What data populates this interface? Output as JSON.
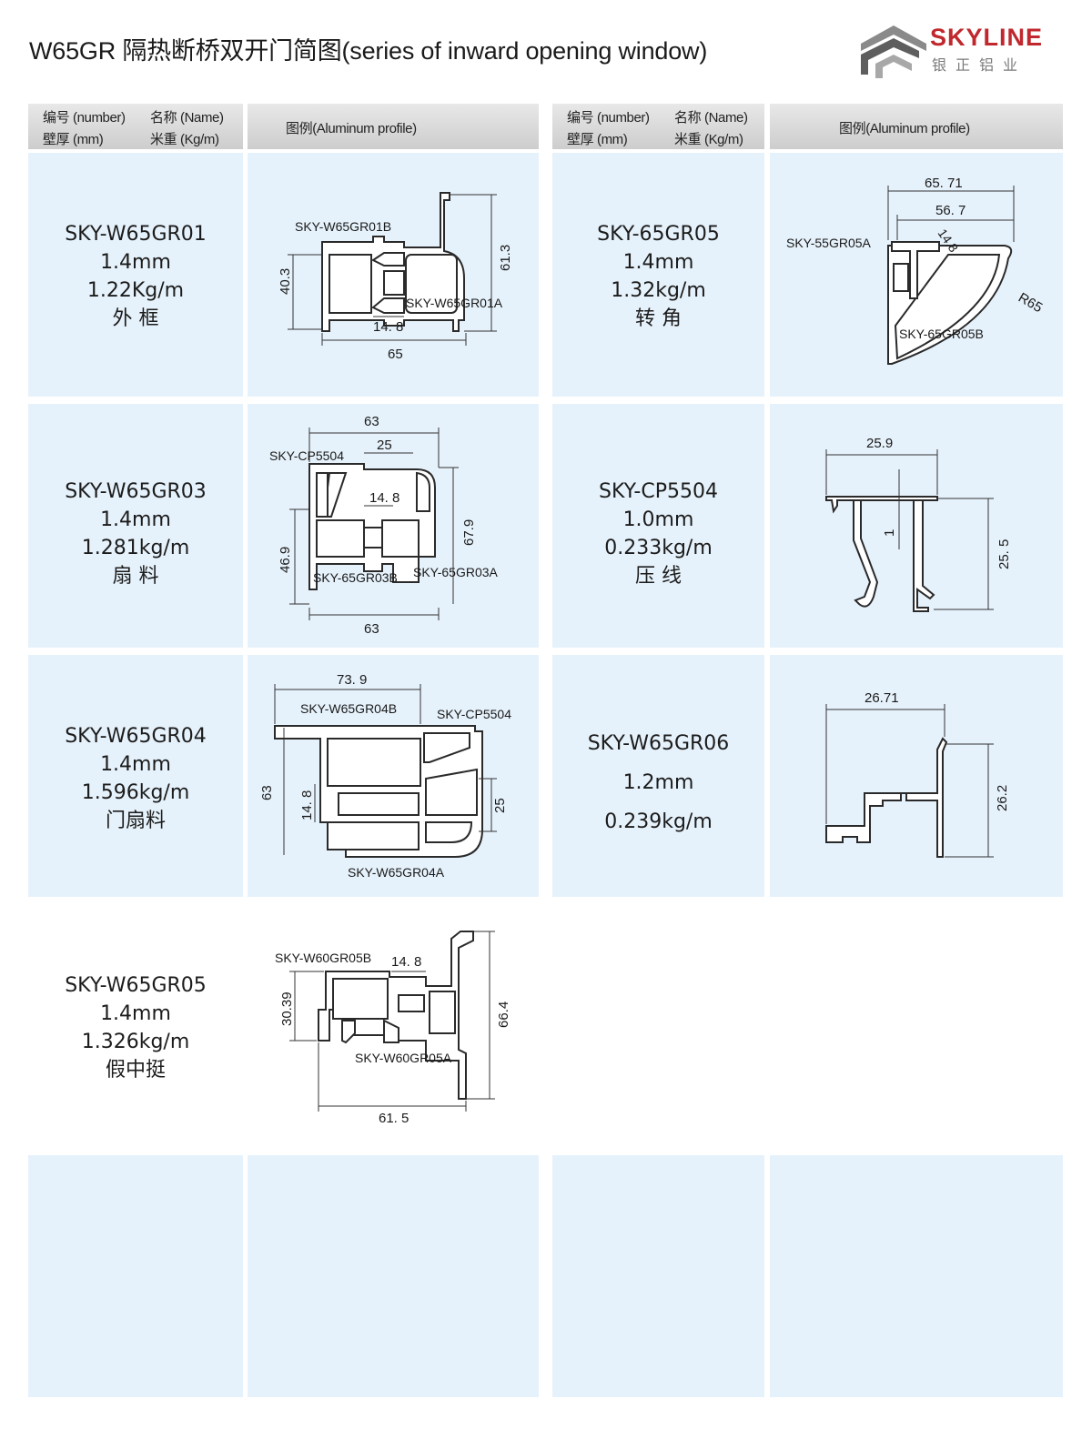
{
  "title": "W65GR 隔热断桥双开门简图(series of inward opening window)",
  "logo": {
    "word": "SKYLINE",
    "cn": "银正铝业",
    "colors": {
      "red": "#c0282d",
      "gray": "#777777"
    }
  },
  "header": {
    "number": "编号 (number)",
    "name": "名称 (Name)",
    "thickness": "壁厚 (mm)",
    "weight": "米重 (Kg/m)",
    "figure": "图例(Aluminum profile)"
  },
  "items": [
    {
      "code": "SKY-W65GR01",
      "thickness": "1.4mm",
      "weight": "1.22Kg/m",
      "name": "外 框",
      "labels": [
        "SKY-W65GR01B",
        "SKY-W65GR01A",
        "40.3",
        "61.3",
        "14. 8",
        "65"
      ]
    },
    {
      "code": "SKY-65GR05",
      "thickness": "1.4mm",
      "weight": "1.32kg/m",
      "name": "转 角",
      "labels": [
        "65. 71",
        "56. 7",
        "14.8",
        "SKY-55GR05A",
        "R65",
        "SKY-65GR05B"
      ]
    },
    {
      "code": "SKY-W65GR03",
      "thickness": "1.4mm",
      "weight": "1.281kg/m",
      "name": "扇 料",
      "labels": [
        "63",
        "25",
        "SKY-CP5504",
        "14. 8",
        "67.9",
        "46.9",
        "SKY-65GR03B",
        "SKY-65GR03A",
        "63"
      ]
    },
    {
      "code": "SKY-CP5504",
      "thickness": "1.0mm",
      "weight": "0.233kg/m",
      "name": "压 线",
      "labels": [
        "25.9",
        "1",
        "25. 5"
      ]
    },
    {
      "code": "SKY-W65GR04",
      "thickness": "1.4mm",
      "weight": "1.596kg/m",
      "name": "门扇料",
      "labels": [
        "73. 9",
        "SKY-W65GR04B",
        "SKY-CP5504",
        "63",
        "14. 8",
        "25",
        "SKY-W65GR04A"
      ]
    },
    {
      "code": "SKY-W65GR06",
      "thickness": "1.2mm",
      "weight": "0.239kg/m",
      "name": "",
      "labels": [
        "26.71",
        "26.2"
      ]
    },
    {
      "code": "SKY-W65GR05",
      "thickness": "1.4mm",
      "weight": "1.326kg/m",
      "name": "假中挺",
      "labels": [
        "SKY-W60GR05B",
        "14. 8",
        "30.39",
        "66.4",
        "SKY-W60GR05A",
        "61. 5"
      ]
    }
  ]
}
